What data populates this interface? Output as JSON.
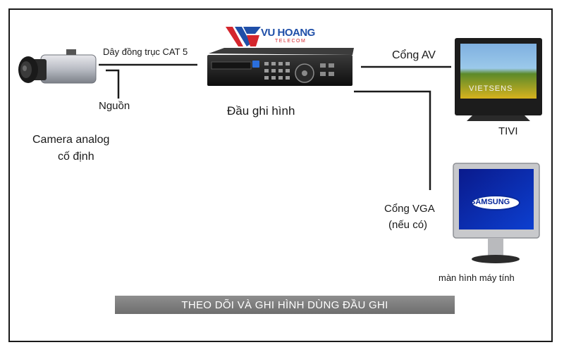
{
  "logo": {
    "brand": "VU HOANG",
    "sub": "TELECOM"
  },
  "labels": {
    "cable": "Dây đồng trục CAT 5",
    "power": "Nguồn",
    "camera_line1": "Camera analog",
    "camera_line2": "cố định",
    "dvr": "Đầu ghi hình",
    "av_port": "Cổng AV",
    "tv": "TIVI",
    "tv_brand": "VIETSENS",
    "vga_line1": "Cổng VGA",
    "vga_line2": "(nếu có)",
    "monitor_brand": "SAMSUNG",
    "monitor": "màn hình máy tính"
  },
  "banner": "THEO DÕI VÀ GHI HÌNH DÙNG ĐẦU GHI"
}
